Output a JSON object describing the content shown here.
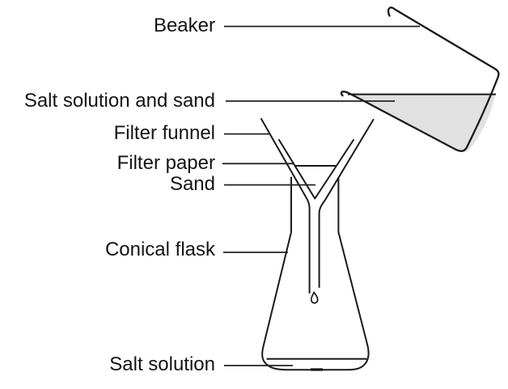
{
  "diagram": {
    "name": "filtration-of-salt-solution-and-sand",
    "background_color": "#ffffff",
    "line_color": "#1a1a1a",
    "leader_line_color": "#222222",
    "liquid_fill_color": "#e1e1e1",
    "labels": [
      {
        "id": "beaker",
        "text": "Beaker"
      },
      {
        "id": "salt-solution-and-sand",
        "text": "Salt solution and sand"
      },
      {
        "id": "filter-funnel",
        "text": "Filter funnel"
      },
      {
        "id": "filter-paper",
        "text": "Filter paper"
      },
      {
        "id": "sand",
        "text": "Sand"
      },
      {
        "id": "conical-flask",
        "text": "Conical flask"
      },
      {
        "id": "salt-solution",
        "text": "Salt solution"
      }
    ]
  }
}
